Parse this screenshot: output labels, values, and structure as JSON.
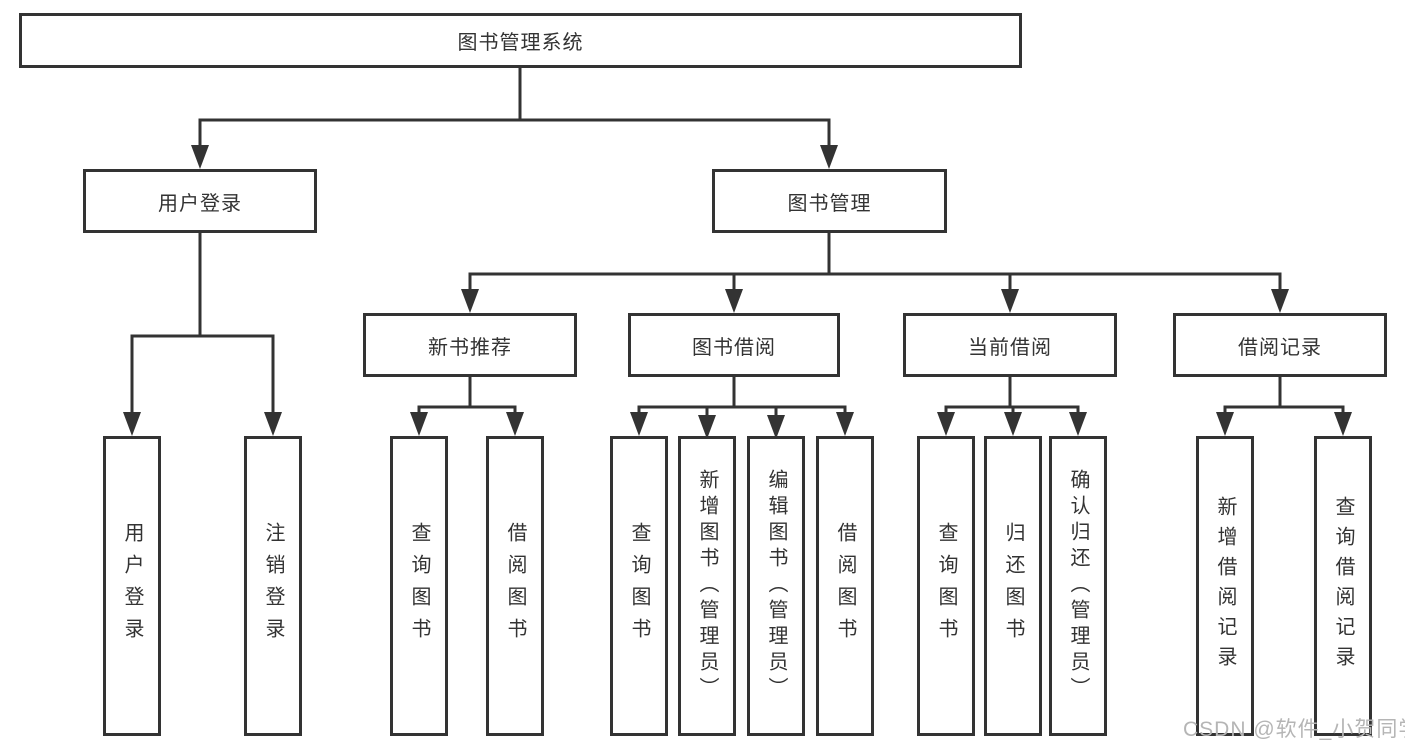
{
  "diagram": {
    "type": "hierarchy-tree",
    "hierarchy": {
      "label": "图书管理系统",
      "children": [
        {
          "label": "用户登录",
          "children": [
            {
              "label": "用户登录"
            },
            {
              "label": "注销登录"
            }
          ]
        },
        {
          "label": "图书管理",
          "children": [
            {
              "label": "新书推荐",
              "children": [
                {
                  "label": "查询图书"
                },
                {
                  "label": "借阅图书"
                }
              ]
            },
            {
              "label": "图书借阅",
              "children": [
                {
                  "label": "查询图书"
                },
                {
                  "label": "新增图书（管理员）"
                },
                {
                  "label": "编辑图书（管理员）"
                },
                {
                  "label": "借阅图书"
                }
              ]
            },
            {
              "label": "当前借阅",
              "children": [
                {
                  "label": "查询图书"
                },
                {
                  "label": "归还图书"
                },
                {
                  "label": "确认归还（管理员）"
                }
              ]
            },
            {
              "label": "借阅记录",
              "children": [
                {
                  "label": "新增借阅记录"
                },
                {
                  "label": "查询借阅记录"
                }
              ]
            }
          ]
        }
      ]
    },
    "colors": {
      "box_border": "#333333",
      "box_text": "#333333",
      "connector": "#333333",
      "background": "#ffffff",
      "watermark_text": "#b5b5b5"
    }
  },
  "watermark": {
    "text": "CSDN @软件_小贺同学"
  }
}
